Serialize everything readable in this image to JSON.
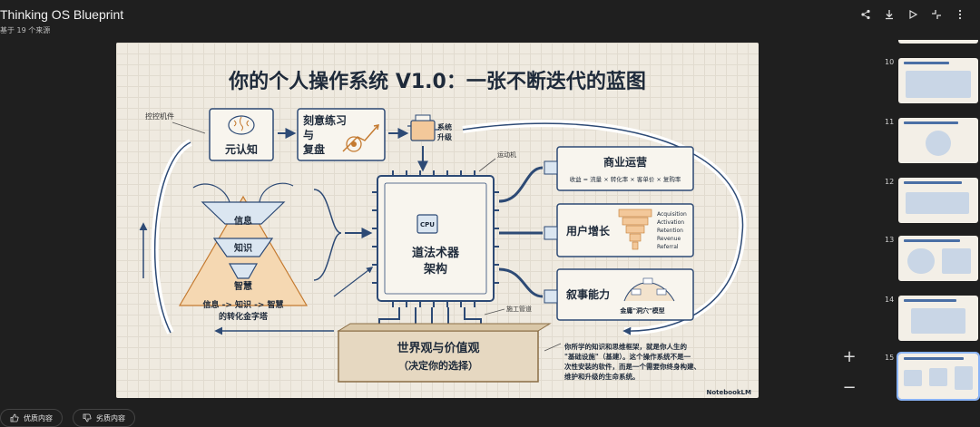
{
  "header": {
    "title": "Thinking OS Blueprint",
    "source_count": "基于 19 个来源"
  },
  "toolbar": {
    "share_icon": "share-icon",
    "download_icon": "download-icon",
    "play_icon": "play-icon",
    "collapse_icon": "collapse-icon",
    "more_icon": "more-vert-icon"
  },
  "slide": {
    "title": "你的个人操作系统 V1.0：一张不断迭代的蓝图",
    "control_label": "控控机件",
    "metacognition": "元认知",
    "practice_line1": "刻意练习",
    "practice_line2": "与",
    "practice_line3": "复盘",
    "upgrade_line1": "系统",
    "upgrade_line2": "升级",
    "motor_label": "运动机",
    "pyramid_info": "信息",
    "pyramid_knowledge": "知识",
    "pyramid_wisdom": "智慧",
    "pyramid_caption_line1": "信息 -> 知识 -> 智慧",
    "pyramid_caption_line2": "的转化金字塔",
    "cpu_label": "CPU",
    "core_line1": "道法术器",
    "core_line2": "架构",
    "business_title": "商业运营",
    "business_formula": "收益 = 流量 × 转化率 × 客单价 × 复购率",
    "growth_title": "用户增长",
    "funnel": [
      "Acquisition",
      "Activation",
      "Retention",
      "Revenue",
      "Referral"
    ],
    "story_title": "叙事能力",
    "story_caption": "金庸\"洞穴\"模型",
    "pipe_label": "施工管道",
    "foundation_line1": "世界观与价值观",
    "foundation_line2": "（决定你的选择）",
    "note_line1": "你所学的知识和思维框架，就是你人生的",
    "note_line2": "\"基础设施\"（基建）。这个操作系统不是一",
    "note_line3": "次性安装的软件，而是一个需要你终身构建、",
    "note_line4": "维护和升级的生命系统。",
    "brand": "NotebookLM"
  },
  "zoom": {
    "in": "+",
    "out": "−"
  },
  "thumbnails": [
    {
      "num": "10",
      "active": false
    },
    {
      "num": "11",
      "active": false
    },
    {
      "num": "12",
      "active": false
    },
    {
      "num": "13",
      "active": false
    },
    {
      "num": "14",
      "active": false
    },
    {
      "num": "15",
      "active": true
    }
  ],
  "feedback": {
    "good": "优质内容",
    "bad": "劣质内容"
  }
}
